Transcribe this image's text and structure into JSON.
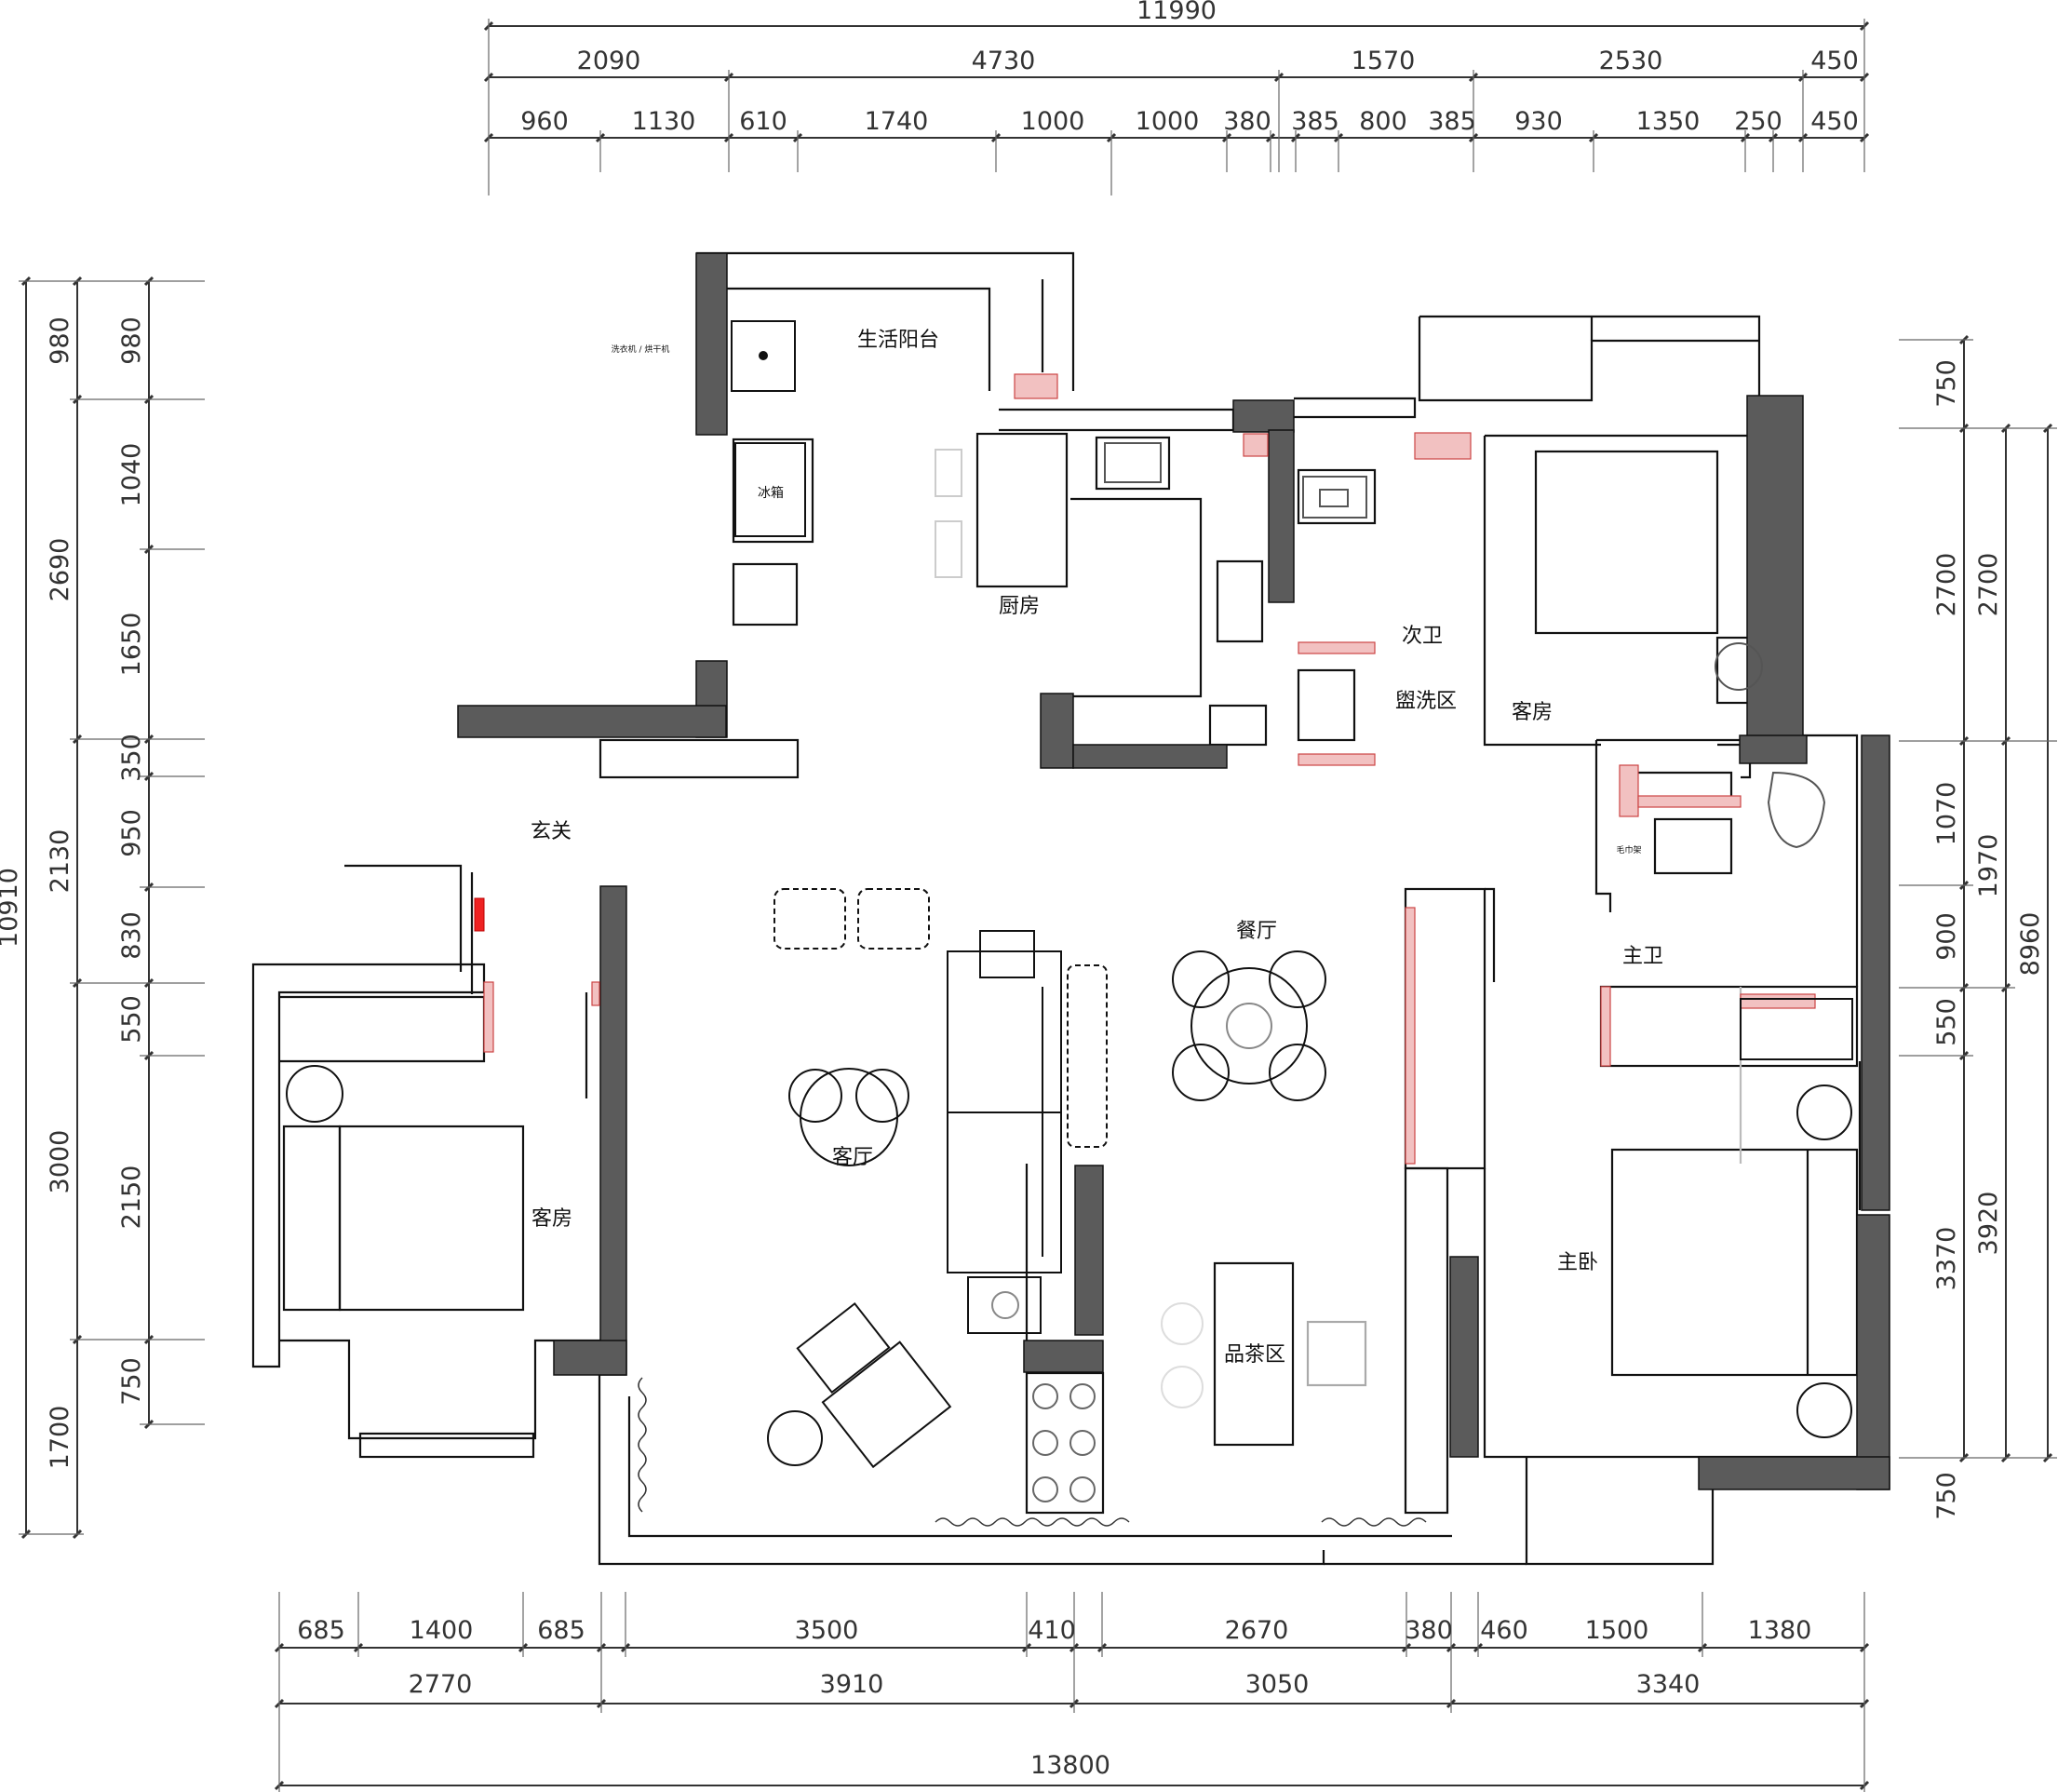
{
  "plan": {
    "top_dims": {
      "total": "11990",
      "row2": [
        "2090",
        "4730",
        "1570",
        "2530",
        "450"
      ],
      "row3": [
        "960",
        "1130",
        "610",
        "1740",
        "1000",
        "1000",
        "380",
        "385",
        "800",
        "385",
        "930",
        "1350",
        "250",
        "450"
      ]
    },
    "bottom_dims": {
      "row1": [
        "685",
        "1400",
        "685",
        "3500",
        "410",
        "2670",
        "380",
        "460",
        "1500",
        "1380"
      ],
      "row2": [
        "2770",
        "3910",
        "3050",
        "3340"
      ],
      "total": "13800"
    },
    "left_dims": {
      "total": "10910",
      "row2": [
        "980",
        "2690",
        "2130",
        "3000",
        "1700"
      ],
      "row3": [
        "980",
        "1040",
        "1650",
        "350",
        "950",
        "830",
        "550",
        "2150",
        "750"
      ]
    },
    "right_dims": {
      "inner": [
        "750",
        "2700",
        "1070",
        "900",
        "550",
        "3370",
        "750"
      ],
      "middle": [
        "2700",
        "1970",
        "3920"
      ],
      "outer": "8960"
    },
    "rooms": {
      "balcony": "生活阳台",
      "washer": "洗衣机 / 烘干机",
      "fridge": "冰箱",
      "kitchen": "厨房",
      "guest_wc": "次卫",
      "wash_area": "盥洗区",
      "guest_room_top": "客房",
      "foyer": "玄关",
      "dining": "餐厅",
      "living": "客厅",
      "guest_room_left": "客房",
      "master_bath": "主卫",
      "towel": "毛巾架",
      "tea_area": "品茶区",
      "master_bedroom": "主卧"
    }
  }
}
